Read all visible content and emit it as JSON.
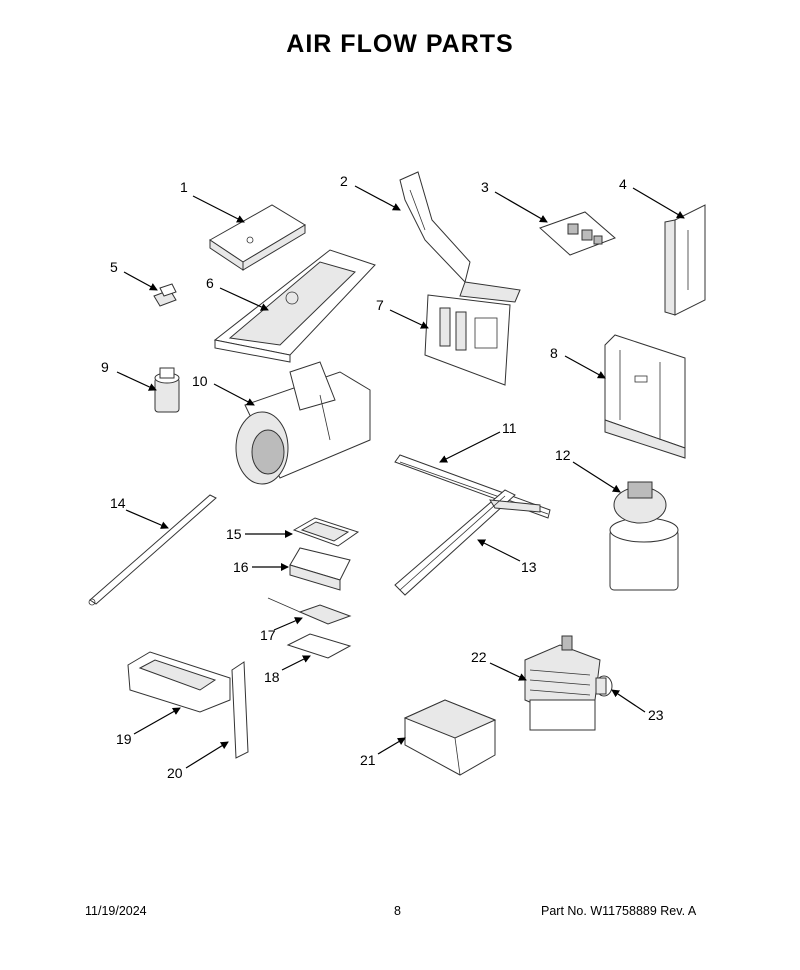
{
  "title": "AIR FLOW PARTS",
  "callouts": [
    {
      "label": "1"
    },
    {
      "label": "2"
    },
    {
      "label": "3"
    },
    {
      "label": "4"
    },
    {
      "label": "5"
    },
    {
      "label": "6"
    },
    {
      "label": "7"
    },
    {
      "label": "8"
    },
    {
      "label": "9"
    },
    {
      "label": "10"
    },
    {
      "label": "11"
    },
    {
      "label": "12"
    },
    {
      "label": "13"
    },
    {
      "label": "14"
    },
    {
      "label": "15"
    },
    {
      "label": "16"
    },
    {
      "label": "17"
    },
    {
      "label": "18"
    },
    {
      "label": "19"
    },
    {
      "label": "20"
    },
    {
      "label": "21"
    },
    {
      "label": "22"
    },
    {
      "label": "23"
    }
  ],
  "footer": {
    "date": "11/19/2024",
    "page": "8",
    "part_no": "Part No.  W11758889  Rev.  A"
  }
}
